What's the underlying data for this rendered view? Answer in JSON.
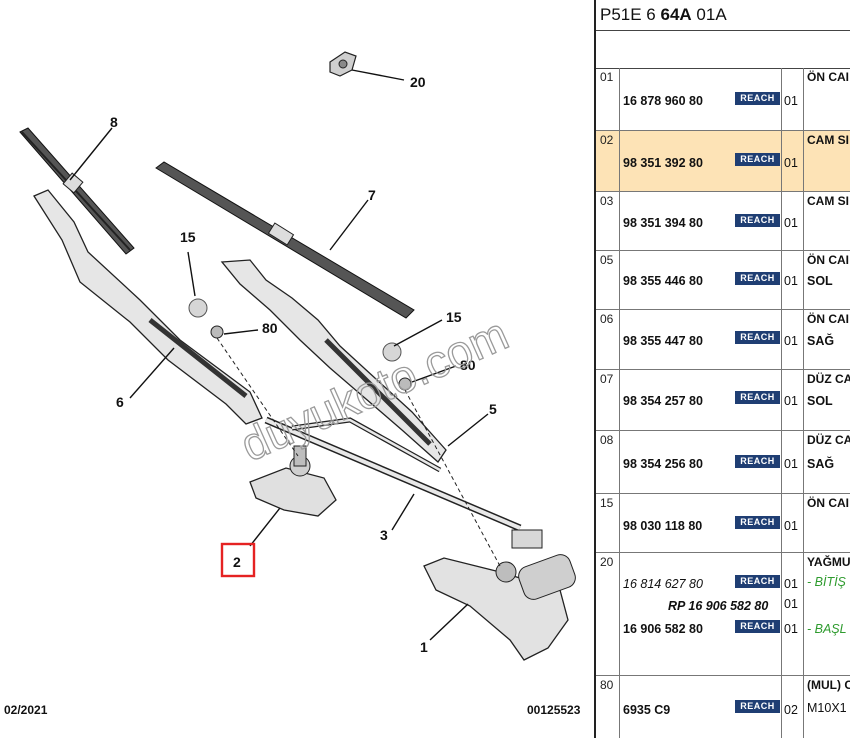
{
  "diagram": {
    "callouts": [
      "20",
      "8",
      "7",
      "15",
      "80",
      "15",
      "80",
      "6",
      "5",
      "3",
      "2",
      "1"
    ],
    "watermark": "duyukoto.com",
    "footer_date": "02/2021",
    "footer_code": "00125523"
  },
  "partlist": {
    "ref_prefix": "P51E 6 ",
    "ref_bold": "64A",
    "ref_suffix": " 01A",
    "reach_label": "REACH",
    "rows": [
      {
        "num": "01",
        "pn": "16 878 960 80",
        "qty": "01",
        "desc": "ÖN CAI",
        "side": ""
      },
      {
        "num": "02",
        "pn": "98 351 392 80",
        "qty": "01",
        "desc": "CAM SI",
        "side": ""
      },
      {
        "num": "03",
        "pn": "98 351 394 80",
        "qty": "01",
        "desc": "CAM SI",
        "side": ""
      },
      {
        "num": "05",
        "pn": "98 355 446 80",
        "qty": "01",
        "desc": "ÖN CAI",
        "side": "SOL"
      },
      {
        "num": "06",
        "pn": "98 355 447 80",
        "qty": "01",
        "desc": "ÖN CAI",
        "side": "SAĞ"
      },
      {
        "num": "07",
        "pn": "98 354 257 80",
        "qty": "01",
        "desc": "DÜZ CA",
        "side": "SOL"
      },
      {
        "num": "08",
        "pn": "98 354 256 80",
        "qty": "01",
        "desc": "DÜZ CA",
        "side": "SAĞ"
      },
      {
        "num": "15",
        "pn": "98 030 118 80",
        "qty": "01",
        "desc": "ÖN CAI",
        "side": ""
      }
    ],
    "row20": {
      "num": "20",
      "desc": "YAĞMU",
      "pn1": "16 814 627 80",
      "qty1": "01",
      "note1": "- BİTİŞ",
      "pn2": "RP 16 906 582 80",
      "qty2": "01",
      "pn3": "16 906 582 80",
      "qty3": "01",
      "note3": "- BAŞL"
    },
    "row80": {
      "num": "80",
      "pn": "6935 C9",
      "qty": "02",
      "desc": "(MUL) C",
      "side": "M10X1"
    }
  }
}
